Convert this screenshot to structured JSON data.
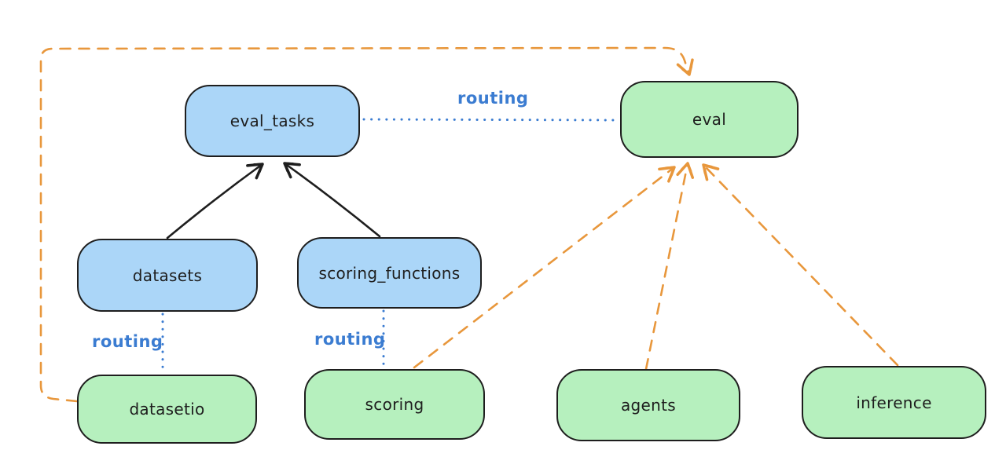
{
  "diagram": {
    "type": "architecture-flow-diagram",
    "background": "#ffffff",
    "colors": {
      "api_node_fill": "#abd6f8",
      "provider_node_fill": "#b6f0be",
      "node_stroke": "#1e1e1e",
      "node_text": "#1e1e1e",
      "routing_blue": "#3b7cd1",
      "dependency_orange": "#e8973c",
      "solid_arrow_black": "#1e1e1e"
    },
    "nodes": [
      {
        "id": "eval_tasks",
        "label": "eval_tasks",
        "color": "blue"
      },
      {
        "id": "eval",
        "label": "eval",
        "color": "green"
      },
      {
        "id": "datasets",
        "label": "datasets",
        "color": "blue"
      },
      {
        "id": "scoring_functions",
        "label": "scoring_functions",
        "color": "blue"
      },
      {
        "id": "datasetio",
        "label": "datasetio",
        "color": "green"
      },
      {
        "id": "scoring",
        "label": "scoring",
        "color": "green"
      },
      {
        "id": "agents",
        "label": "agents",
        "color": "green"
      },
      {
        "id": "inference",
        "label": "inference",
        "color": "green"
      }
    ],
    "routing_labels": [
      {
        "text": "routing",
        "between": [
          "eval_tasks",
          "eval"
        ]
      },
      {
        "text": "routing",
        "between": [
          "datasets",
          "datasetio"
        ]
      },
      {
        "text": "routing",
        "between": [
          "scoring_functions",
          "scoring"
        ]
      }
    ],
    "edges": [
      {
        "from": "datasets",
        "to": "eval_tasks",
        "style": "solid",
        "arrow": true,
        "color": "#1e1e1e"
      },
      {
        "from": "scoring_functions",
        "to": "eval_tasks",
        "style": "solid",
        "arrow": true,
        "color": "#1e1e1e"
      },
      {
        "from": "eval_tasks",
        "to": "eval",
        "style": "dotted",
        "arrow": false,
        "color": "#3b7cd1",
        "label": "routing"
      },
      {
        "from": "datasets",
        "to": "datasetio",
        "style": "dotted",
        "arrow": false,
        "color": "#3b7cd1",
        "label": "routing"
      },
      {
        "from": "scoring_functions",
        "to": "scoring",
        "style": "dotted",
        "arrow": false,
        "color": "#3b7cd1",
        "label": "routing"
      },
      {
        "from": "datasetio",
        "to": "eval",
        "style": "dashed",
        "arrow": true,
        "color": "#e8973c",
        "route": "around-left-and-top"
      },
      {
        "from": "scoring",
        "to": "eval",
        "style": "dashed",
        "arrow": true,
        "color": "#e8973c"
      },
      {
        "from": "agents",
        "to": "eval",
        "style": "dashed",
        "arrow": true,
        "color": "#e8973c"
      },
      {
        "from": "inference",
        "to": "eval",
        "style": "dashed",
        "arrow": true,
        "color": "#e8973c"
      }
    ]
  }
}
